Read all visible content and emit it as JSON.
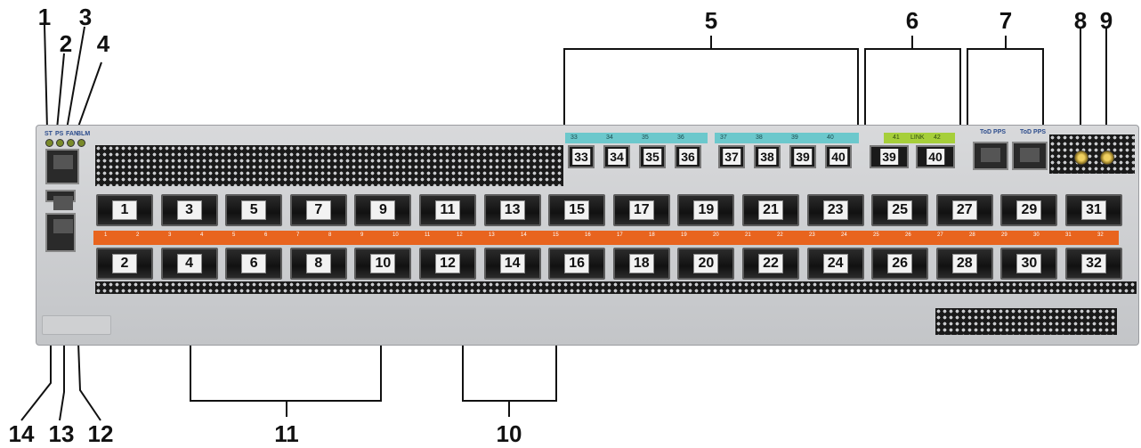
{
  "callouts": [
    "1",
    "2",
    "3",
    "4",
    "5",
    "6",
    "7",
    "8",
    "9",
    "10",
    "11",
    "12",
    "13",
    "14"
  ],
  "panel": {
    "status_leds": [
      "ST",
      "PS",
      "FAN",
      "BLM"
    ],
    "odd_ports": [
      "1",
      "3",
      "5",
      "7",
      "9",
      "11",
      "13",
      "15",
      "17",
      "19",
      "21",
      "23",
      "25",
      "27",
      "29",
      "31"
    ],
    "even_ports": [
      "2",
      "4",
      "6",
      "8",
      "10",
      "12",
      "14",
      "16",
      "18",
      "20",
      "22",
      "24",
      "26",
      "28",
      "30",
      "32"
    ],
    "qsfp_group_a": [
      "33",
      "34",
      "35",
      "36"
    ],
    "qsfp_group_b": [
      "37",
      "38",
      "39",
      "40"
    ],
    "qsfp_band_labels_a": [
      "33",
      "34",
      "35",
      "36"
    ],
    "qsfp_band_labels_b": [
      "37",
      "38",
      "39",
      "40"
    ],
    "uplink_ports": [
      "39",
      "40"
    ],
    "uplink_band_labels": [
      "41",
      "LINK",
      "42"
    ],
    "tod_labels": [
      "ToD PPS",
      "ToD PPS"
    ],
    "strip_labels": [
      "1",
      "2",
      "3",
      "4",
      "5",
      "6",
      "7",
      "8",
      "9",
      "10",
      "11",
      "12",
      "13",
      "14",
      "15",
      "16",
      "17",
      "18",
      "19",
      "20",
      "21",
      "22",
      "23",
      "24",
      "25",
      "26",
      "27",
      "28",
      "29",
      "30",
      "31",
      "32"
    ]
  },
  "colors": {
    "accent_orange": "#e8641e",
    "qsfp_teal": "#6cc8cc",
    "uplink_green": "#a6cf3a",
    "chassis": "#cfd0d2"
  }
}
